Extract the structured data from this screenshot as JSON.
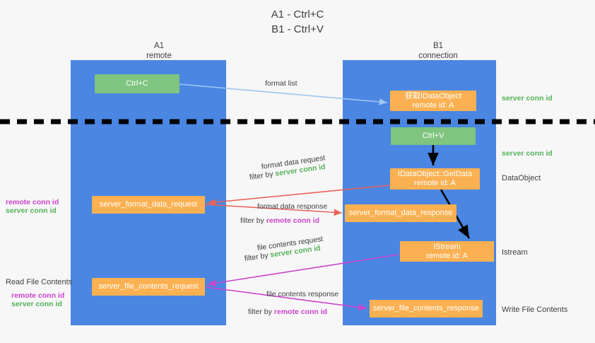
{
  "title": {
    "line1": "A1 - Ctrl+C",
    "line2": "B1 - Ctrl+V"
  },
  "columns": [
    {
      "name": "A1",
      "sub": "remote"
    },
    {
      "name": "B1",
      "sub": "connection"
    }
  ],
  "nodes": {
    "ctrl_c": {
      "label": "Ctrl+C",
      "color": "#7fc47f"
    },
    "idataobject": {
      "line1": "获取IDataObject",
      "line2": "remote id: A",
      "color": "#fbb152"
    },
    "ctrl_v": {
      "label": "Ctrl+V",
      "color": "#7fc47f"
    },
    "getdata": {
      "line1": "IDataObject::GetData",
      "line2": "remote id: A",
      "color": "#fbb152"
    },
    "server_format_data_request": {
      "label": "server_format_data_request",
      "color": "#fbb152"
    },
    "server_format_data_response": {
      "label": "server_format_data_response",
      "color": "#fbb152"
    },
    "istream": {
      "line1": "IStream",
      "line2": "remote id: A",
      "color": "#fbb152"
    },
    "server_file_contents_request": {
      "label": "server_file_contents_request",
      "color": "#fbb152"
    },
    "server_file_contents_response": {
      "label": "server_file_contents_response",
      "color": "#fbb152"
    }
  },
  "arrow_labels": {
    "format_list": "format list",
    "format_data_request": "format data request",
    "format_data_request_filter_prefix": "filter by ",
    "format_data_request_filter_key": "server conn id",
    "format_data_response": "format data response",
    "format_data_response_filter_prefix": "filter by ",
    "format_data_response_filter_key": "remote conn id",
    "file_contents_request": "file contents request",
    "file_contents_request_filter_prefix": "filter by ",
    "file_contents_request_filter_key": "server conn id",
    "file_contents_response": "file contents response",
    "file_contents_response_filter_prefix": "filter by ",
    "file_contents_response_filter_key": "remote conn id"
  },
  "annotations": {
    "right": {
      "server_conn_id_top": "server conn id",
      "server_conn_id_mid": "server conn id",
      "dataobject": "DataObject",
      "istream": "Istream",
      "write_file_contents": "Write File Contents"
    },
    "left": {
      "remote_conn_id_1": "remote conn id",
      "server_conn_id_1": "server conn id",
      "read_file_contents": "Read File Contents",
      "remote_conn_id_2": "remote conn id",
      "server_conn_id_2": "server conn id"
    }
  },
  "colors": {
    "lane": "#4a86e2",
    "green_box": "#7fc47f",
    "orange_box": "#fbb152",
    "green_text": "#54b35a",
    "magenta_text": "#cc44cc",
    "arrow_blue": "#9fc5f0",
    "arrow_red": "#e8635a",
    "arrow_magenta": "#cc44cc",
    "arrow_black": "#000000",
    "divider": "#000000",
    "background": "#f7f7f7"
  }
}
